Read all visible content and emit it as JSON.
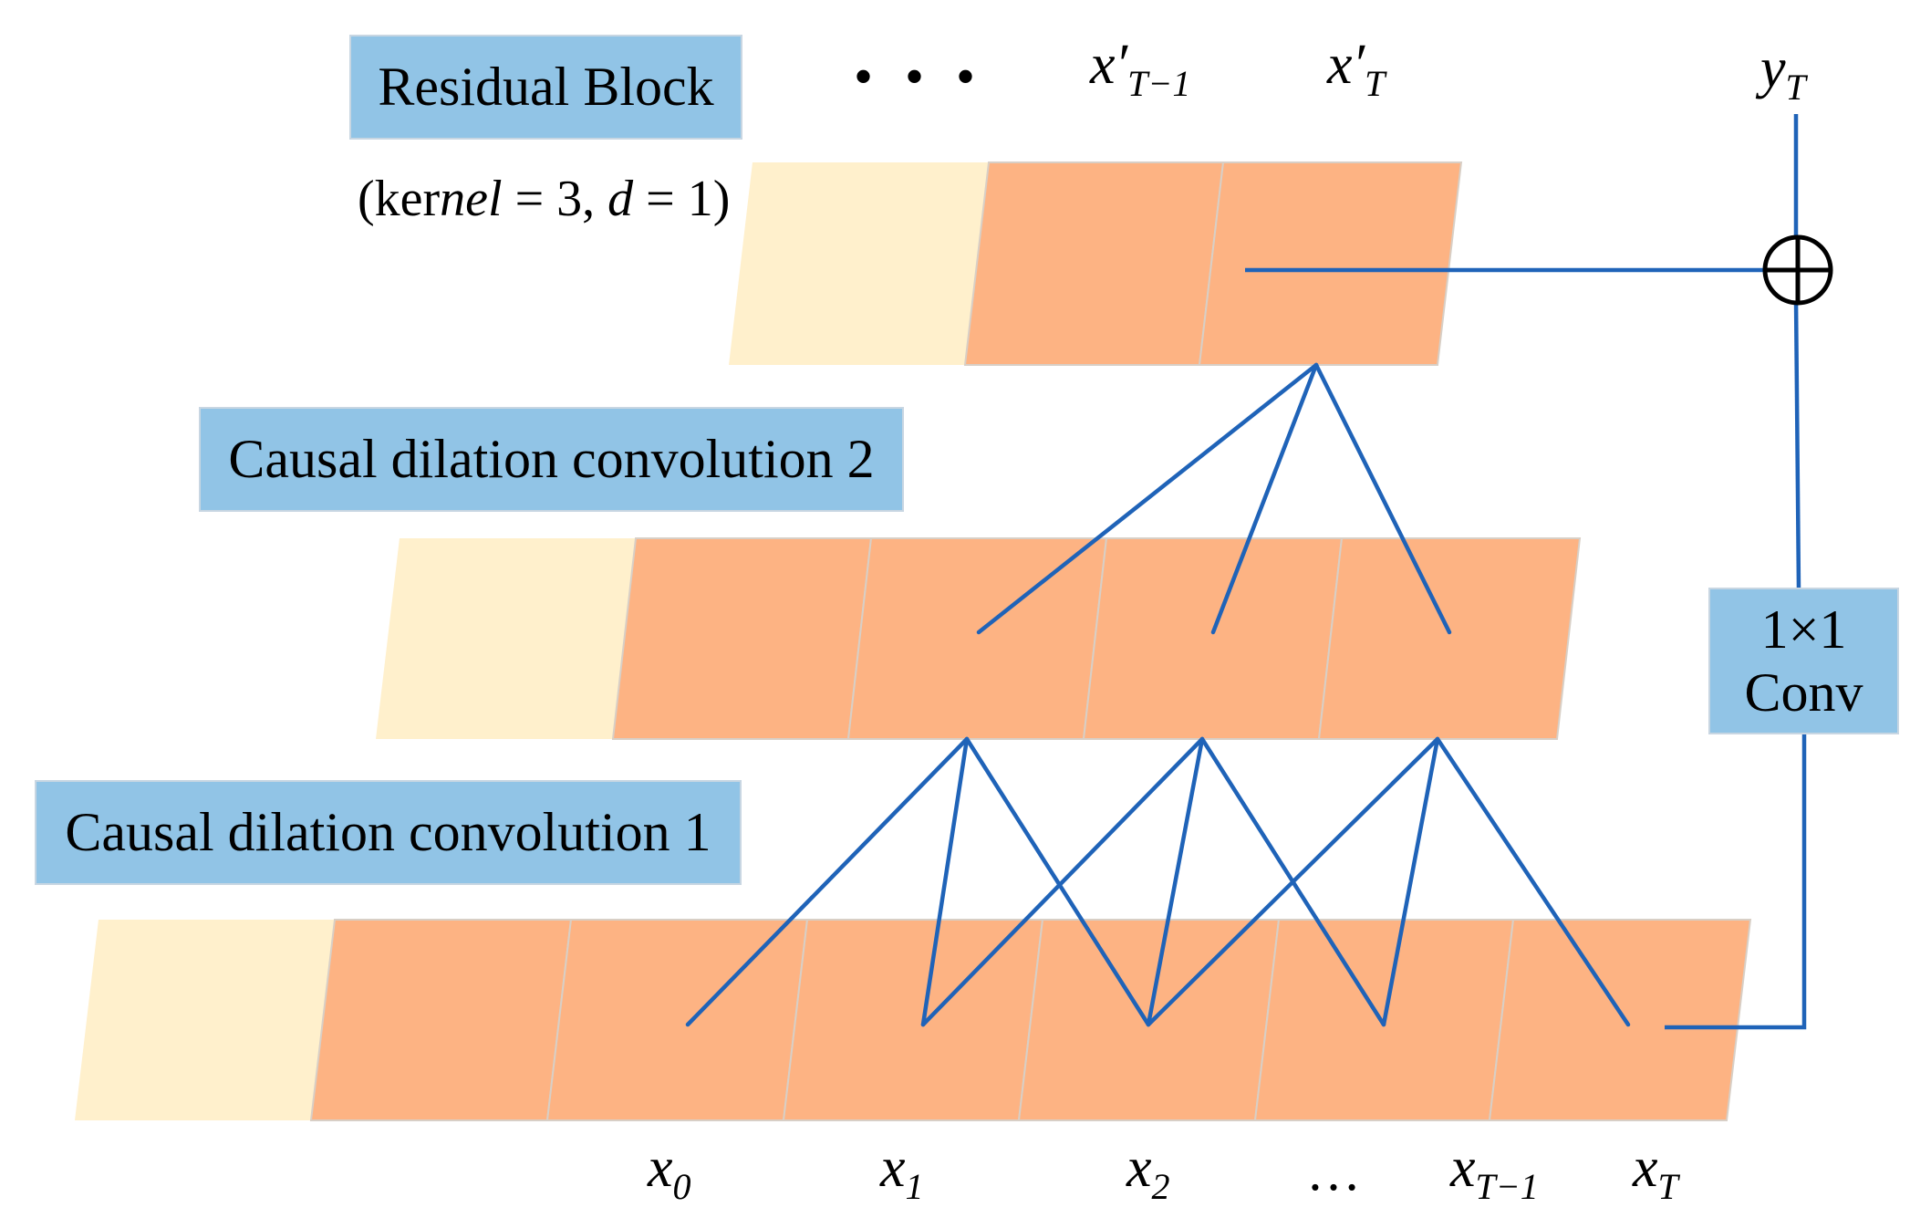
{
  "colors": {
    "padding_cell": "#fff0cc",
    "active_cell": "#fdb383",
    "cell_border": "#d0cdc8",
    "connection": "#1f63b8",
    "label_fill": "#91c4e6"
  },
  "labels": {
    "residual_block": "Residual Block",
    "kernel_note_prefix": "(ker",
    "kernel_note_italic": "nel",
    "kernel_note_mid": " = 3, ",
    "kernel_note_d": "d",
    "kernel_note_end": " = 1)",
    "causal_conv_2": "Causal dilation convolution 2",
    "causal_conv_1": "Causal dilation convolution 1",
    "conv_line1": "1×1",
    "conv_line2": "Conv"
  },
  "top_outputs": {
    "dots": "• • •",
    "xprime_tm1_base": "x′",
    "xprime_tm1_sub": "T−1",
    "xprime_t_base": "x′",
    "xprime_t_sub": "T",
    "y_base": "y",
    "y_sub": "T"
  },
  "bottom_inputs": {
    "x0_base": "x",
    "x0_sub": "0",
    "x1_base": "x",
    "x1_sub": "1",
    "x2_base": "x",
    "x2_sub": "2",
    "dots": "…",
    "xtm1_base": "x",
    "xtm1_sub": "T−1",
    "xt_base": "x",
    "xt_sub": "T"
  },
  "symbols": {
    "adder": "⊕"
  }
}
